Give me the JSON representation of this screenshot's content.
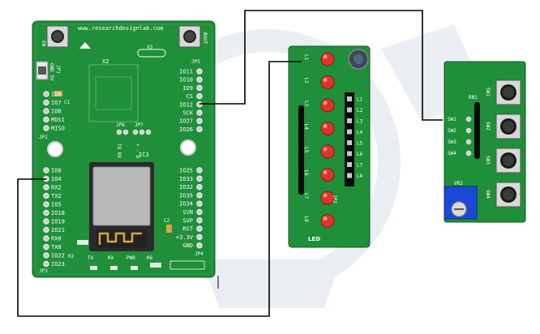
{
  "colors": {
    "pcb": "#1f8f3a",
    "pcb_dark": "#176e2c",
    "wire": "#000000",
    "led": "#e0342a",
    "pot": "#1b49d6"
  },
  "main_board": {
    "url": "www.researchdesignlab.com",
    "left_pins": [
      "IO6",
      "IO7",
      "IO8",
      "MOSI",
      "MISO"
    ],
    "left_pins_lower": [
      "IO0",
      "IO4",
      "RX2",
      "TX2",
      "IO5",
      "IO18",
      "IO19",
      "IO21",
      "RX0",
      "TX0",
      "IO22",
      "IO23"
    ],
    "right_pins": [
      "IO11",
      "IO10",
      "IO9",
      "CS",
      "IO12",
      "SCK",
      "IO27",
      "IO26"
    ],
    "right_pins_lower": [
      "IO25",
      "IO33",
      "IO32",
      "IO35",
      "IO34",
      "SVN",
      "SVP",
      "RST",
      "+3.3V",
      "GND"
    ],
    "labels": {
      "en": "EN",
      "boot": "BOOT",
      "jp1": "JP1",
      "jp2": "JP2",
      "jp3": "JP3",
      "jp4": "JP4",
      "jp5": "JP5",
      "jp6": "JP6",
      "jp7": "JP7",
      "ic3": "IC3",
      "x2": "X2",
      "x3": "X3",
      "c1": "C1",
      "c2": "C2",
      "r2": "R2",
      "r6": "R6",
      "tx": "TX",
      "rx": "RX",
      "pwr": "PWR",
      "gnd5v": "GND 5V",
      "txrx": "TX RX",
      "jp7pins": "+ - D"
    }
  },
  "led_board": {
    "leds": [
      "L1",
      "L2",
      "L3",
      "L4",
      "L5",
      "L6",
      "L7",
      "L8"
    ],
    "header": [
      "L1",
      "L2",
      "L3",
      "L4",
      "L5",
      "L6",
      "L7",
      "L8"
    ],
    "label": "LED",
    "jp": "JP2"
  },
  "switch_board": {
    "switches": [
      "SW1",
      "SW2",
      "SW3",
      "SW4"
    ],
    "rn": "RN1",
    "vr": "VR2"
  }
}
